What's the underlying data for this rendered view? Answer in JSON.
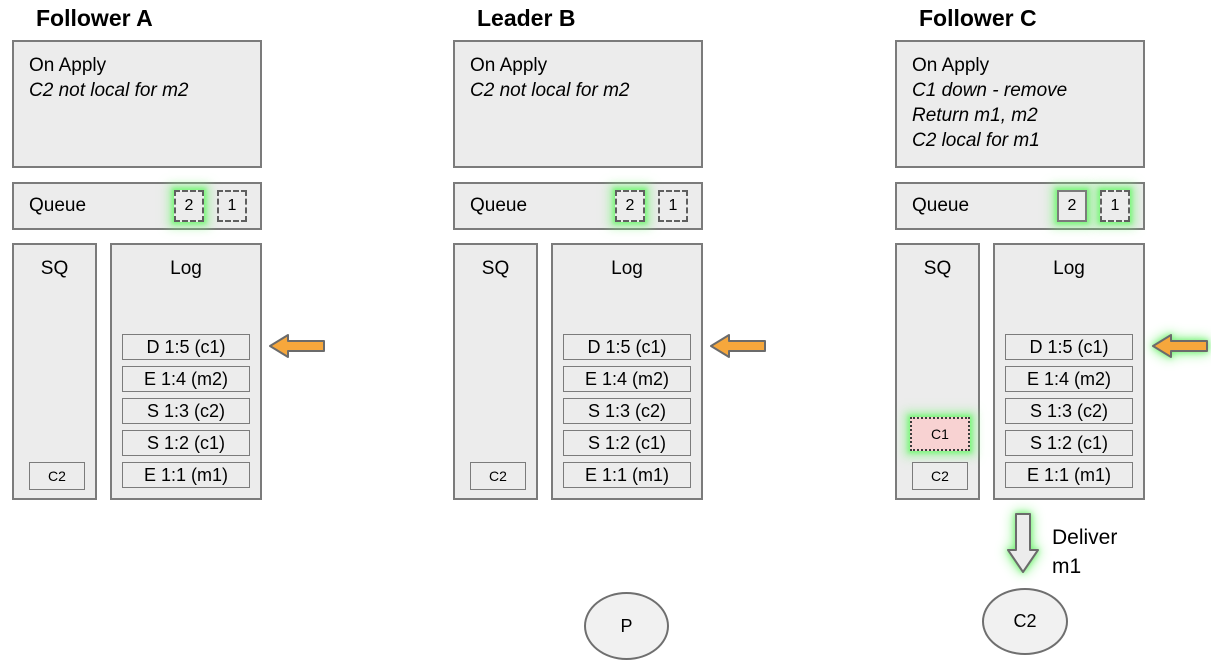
{
  "colors": {
    "box_fill": "#ececec",
    "border_gray": "#7b7b7b",
    "glow_green": "#7af07a",
    "arrow_orange": "#f6a73c",
    "removed_pink": "#f8d2d2"
  },
  "icons": {
    "apply_pointer": "left-arrow-icon",
    "deliver_pointer": "down-arrow-icon"
  },
  "columns": [
    {
      "title": "Follower A",
      "on_apply": {
        "title": "On Apply",
        "lines": [
          "C2 not local for m2"
        ]
      },
      "queue": {
        "label": "Queue",
        "items": [
          {
            "value": "2",
            "border": "dashed",
            "glow": true
          },
          {
            "value": "1",
            "border": "dashed",
            "glow": false
          }
        ]
      },
      "sq": {
        "label": "SQ",
        "items": [
          {
            "value": "C2",
            "state": "normal"
          }
        ]
      },
      "log": {
        "label": "Log",
        "entries": [
          "D 1:5 (c1)",
          "E 1:4 (m2)",
          "S 1:3 (c2)",
          "S 1:2 (c1)",
          "E 1:1 (m1)"
        ],
        "arrow_glow": false
      }
    },
    {
      "title": "Leader B",
      "on_apply": {
        "title": "On Apply",
        "lines": [
          "C2 not local for m2"
        ]
      },
      "queue": {
        "label": "Queue",
        "items": [
          {
            "value": "2",
            "border": "dashed",
            "glow": true
          },
          {
            "value": "1",
            "border": "dashed",
            "glow": false
          }
        ]
      },
      "sq": {
        "label": "SQ",
        "items": [
          {
            "value": "C2",
            "state": "normal"
          }
        ]
      },
      "log": {
        "label": "Log",
        "entries": [
          "D 1:5 (c1)",
          "E 1:4 (m2)",
          "S 1:3 (c2)",
          "S 1:2 (c1)",
          "E 1:1 (m1)"
        ],
        "arrow_glow": false
      },
      "node": {
        "label": "P"
      }
    },
    {
      "title": "Follower C",
      "on_apply": {
        "title": "On Apply",
        "lines": [
          "C1 down - remove",
          "Return m1, m2",
          "C2 local for m1"
        ]
      },
      "queue": {
        "label": "Queue",
        "items": [
          {
            "value": "2",
            "border": "solid",
            "glow": true
          },
          {
            "value": "1",
            "border": "dashed",
            "glow": true
          }
        ]
      },
      "sq": {
        "label": "SQ",
        "items": [
          {
            "value": "C1",
            "state": "removed",
            "glow": true
          },
          {
            "value": "C2",
            "state": "normal"
          }
        ]
      },
      "log": {
        "label": "Log",
        "entries": [
          "D 1:5 (c1)",
          "E 1:4 (m2)",
          "S 1:3 (c2)",
          "S 1:2 (c1)",
          "E 1:1 (m1)"
        ],
        "arrow_glow": true
      },
      "deliver": {
        "lines": [
          "Deliver",
          "m1"
        ]
      },
      "node": {
        "label": "C2"
      }
    }
  ]
}
